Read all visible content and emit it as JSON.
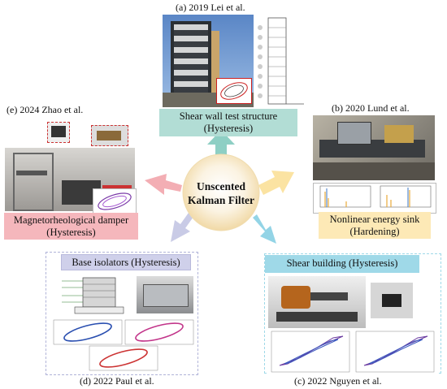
{
  "center": {
    "line1": "Unscented",
    "line2": "Kalman Filter"
  },
  "panels": {
    "a": {
      "caption": "(a) 2019 Lei et al.",
      "box_line1": "Shear wall test structure",
      "box_line2": "(Hysteresis)"
    },
    "b": {
      "caption": "(b) 2020 Lund et al.",
      "box_line1": "Nonlinear energy sink",
      "box_line2": "(Hardening)"
    },
    "c": {
      "caption": "(c) 2022 Nguyen et al.",
      "box_line1": "Shear building (Hysteresis)"
    },
    "d": {
      "caption": "(d) 2022 Paul et al.",
      "box_line1": "Base isolators (Hysteresis)"
    },
    "e": {
      "caption": "(e) 2024 Zhao et al.",
      "box_line1": "Magnetorheological damper",
      "box_line2": "(Hysteresis)"
    }
  },
  "colors": {
    "a_box": "#b2ddd5",
    "b_box": "#fde9b6",
    "c_box": "#9fd9e8",
    "d_box": "#cfd0ea",
    "e_box": "#f5b7bc",
    "arrow_a": "#8ecfc4",
    "arrow_b": "#fbe3a2",
    "arrow_c": "#93d4e6",
    "arrow_d": "#c9cbe6",
    "arrow_e": "#f3aeb4"
  }
}
